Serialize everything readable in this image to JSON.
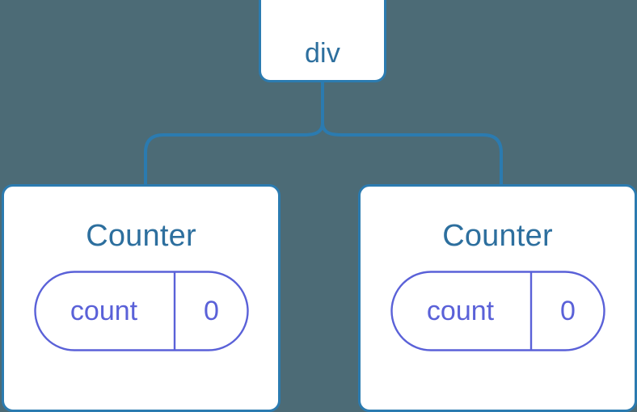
{
  "diagram": {
    "type": "component-tree",
    "background_color": "#4c6b76",
    "node_border_color": "#2b7bb0",
    "node_text_color": "#2d6f9e",
    "state_pill_color": "#5a61d8",
    "connector_color": "#2b7bb0",
    "root": {
      "label": "div"
    },
    "children": [
      {
        "title": "Counter",
        "state": {
          "key": "count",
          "value": "0"
        }
      },
      {
        "title": "Counter",
        "state": {
          "key": "count",
          "value": "0"
        }
      }
    ]
  }
}
